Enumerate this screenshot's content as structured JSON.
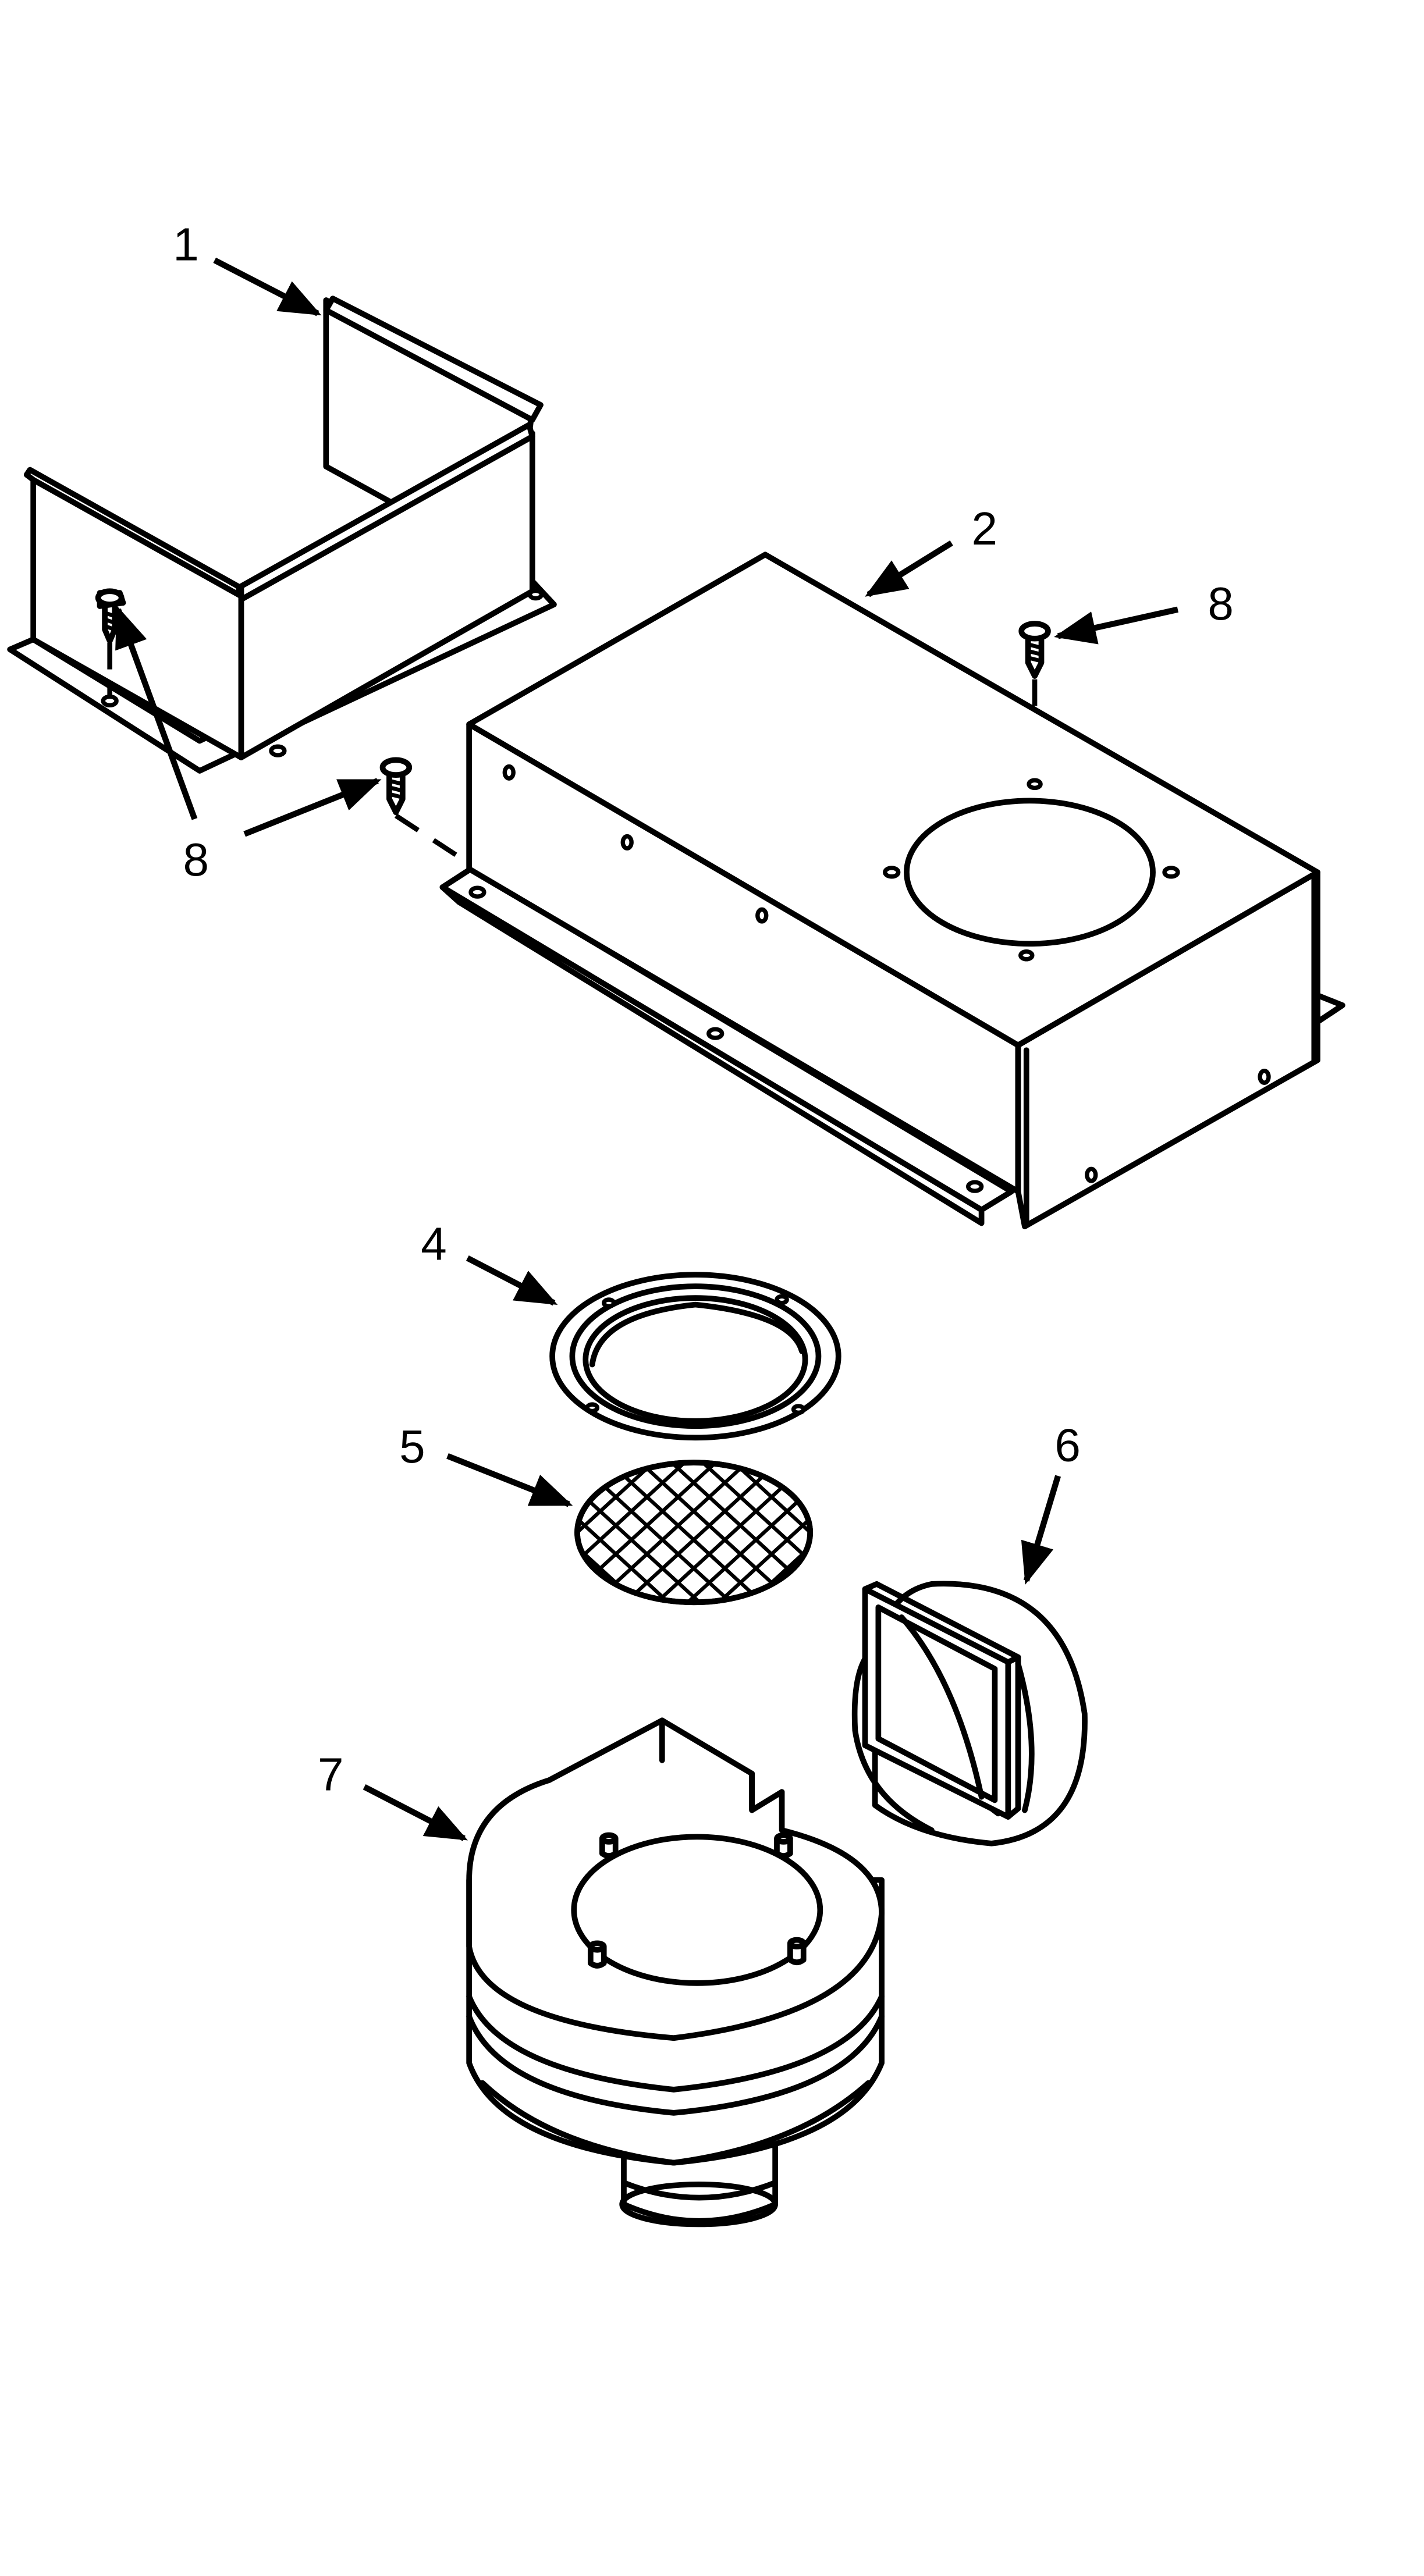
{
  "callouts": {
    "part_1": "1",
    "part_2": "2",
    "part_4": "4",
    "part_5": "5",
    "part_6": "6",
    "part_7": "7",
    "part_8_left": "8",
    "part_8_right": "8"
  },
  "parts": [
    {
      "callout": "1",
      "icon": "duct-transition-bracket"
    },
    {
      "callout": "2",
      "icon": "blower-housing-box"
    },
    {
      "callout": "4",
      "icon": "ring-gasket"
    },
    {
      "callout": "5",
      "icon": "mesh-screen"
    },
    {
      "callout": "6",
      "icon": "damper-adapter"
    },
    {
      "callout": "7",
      "icon": "blower-motor-assembly"
    },
    {
      "callout": "8",
      "icon": "hex-screw"
    }
  ],
  "colors": {
    "ink": "#000000",
    "paper": "#ffffff"
  }
}
